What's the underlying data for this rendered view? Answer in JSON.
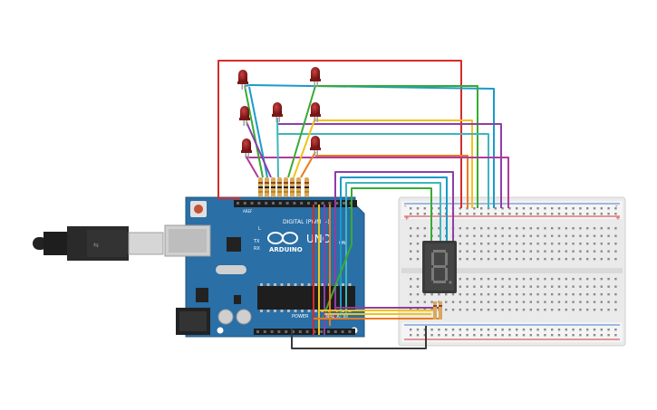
{
  "board": {
    "brand": "ARDUINO",
    "model": "UNO",
    "digital_label": "DIGITAL (PWM ~)",
    "power_label": "POWER",
    "analog_label": "ANALOG IN",
    "on_label": "ON",
    "led_labels": [
      "L",
      "TX",
      "RX"
    ],
    "aref_label": "AREF"
  },
  "display": {
    "type": "7-segment",
    "digit": "8"
  },
  "wire_colors": {
    "red": "#d52b2b",
    "blue": "#1a9bc9",
    "cyan": "#3fb6bd",
    "green": "#3aaa35",
    "yellow": "#f0c419",
    "orange": "#ec7a1c",
    "purple": "#8e3fa6",
    "magenta": "#b03a9d",
    "black": "#3a3a3a"
  },
  "component_colors": {
    "arduino": "#2a6fa6",
    "led": "#8e1d1d",
    "breadboard": "#eeeeee",
    "display": "#3a3a3a"
  }
}
